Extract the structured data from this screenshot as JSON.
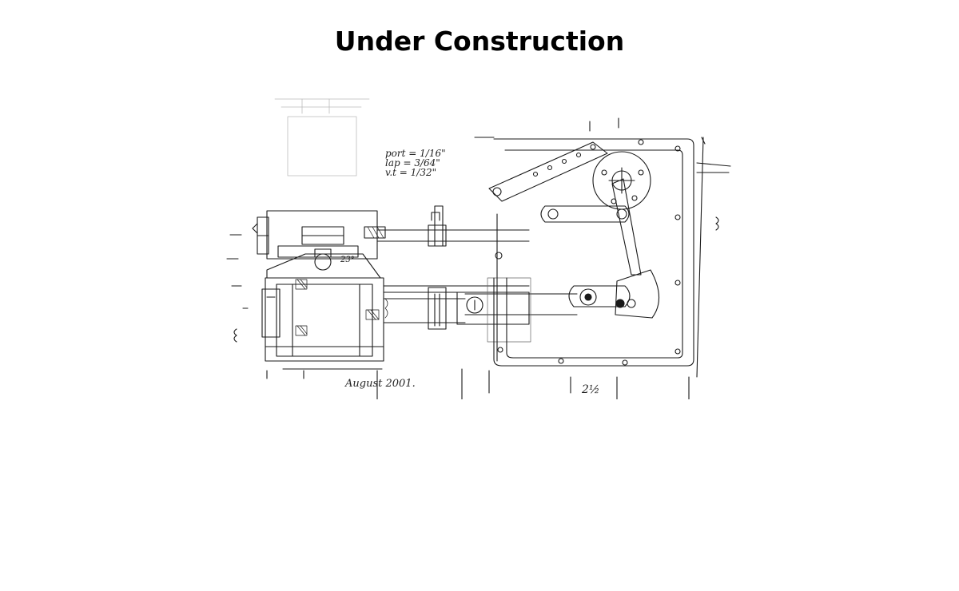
{
  "page": {
    "title": "Under Construction"
  },
  "sketch": {
    "notes": [
      "port = 1/16\"",
      "lap = 3/64\"",
      "v.t = 1/32\""
    ],
    "angle_label": "23°",
    "date_signature": "August 2001.",
    "dimension_label": "2½"
  },
  "colors": {
    "background": "#ffffff",
    "ink": "#1a1a1a"
  }
}
